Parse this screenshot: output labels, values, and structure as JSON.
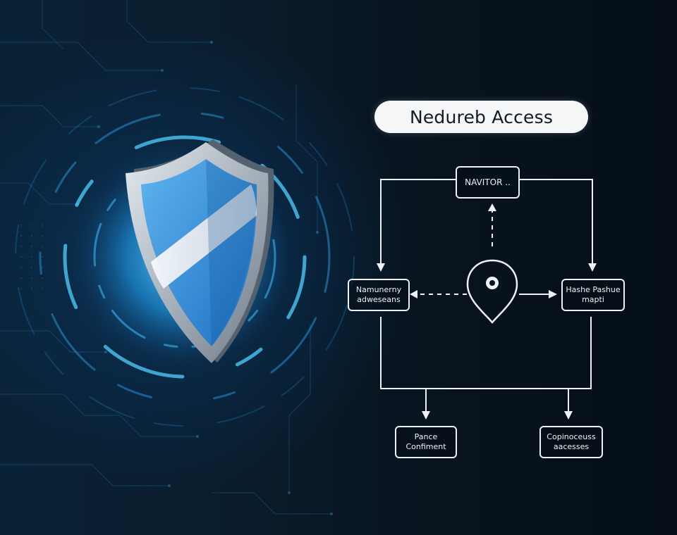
{
  "diagram": {
    "title": "Nedureb Access",
    "nodes": {
      "top": "NAVITOR ..",
      "left": "Namunerny\nadweseans",
      "right": "Hashe Pashue\nmapti",
      "bottom_left": "Pance\nConfiment",
      "bottom_right": "Copinoceuss\naacesses"
    },
    "center_icon": "location-pin-icon",
    "hero_icon": "shield-icon"
  },
  "colors": {
    "background": "#07121d",
    "glow": "#1c8cdc",
    "shield_blue": "#3a8fd8",
    "shield_rim": "#c9d0d8",
    "line": "#eef2f6"
  }
}
